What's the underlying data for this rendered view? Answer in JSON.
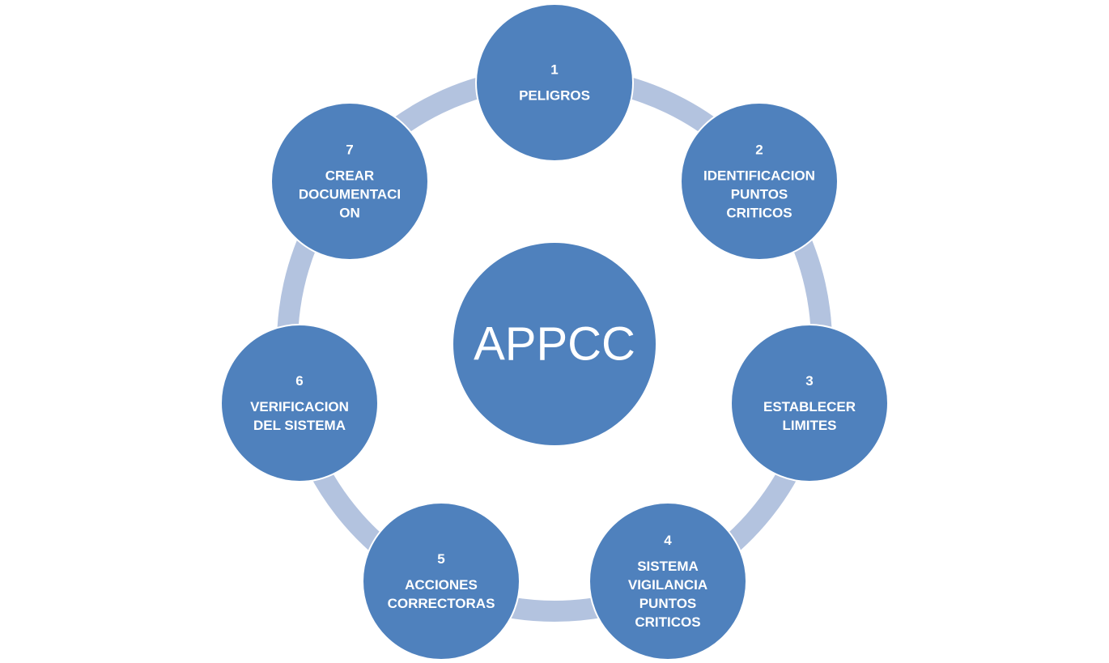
{
  "colors": {
    "node_fill": "#4f81bd",
    "node_stroke": "#ffffff",
    "connector": "#b3c3df",
    "text": "#ffffff"
  },
  "center": {
    "label": "APPCC"
  },
  "steps": [
    {
      "number": "1",
      "lines": [
        "PELIGROS"
      ]
    },
    {
      "number": "2",
      "lines": [
        "IDENTIFICACION",
        "PUNTOS",
        "CRITICOS"
      ]
    },
    {
      "number": "3",
      "lines": [
        "ESTABLECER",
        "LIMITES"
      ]
    },
    {
      "number": "4",
      "lines": [
        "SISTEMA",
        "VIGILANCIA",
        "PUNTOS",
        "CRITICOS"
      ]
    },
    {
      "number": "5",
      "lines": [
        "ACCIONES",
        "CORRECTORAS"
      ]
    },
    {
      "number": "6",
      "lines": [
        "VERIFICACION",
        "DEL SISTEMA"
      ]
    },
    {
      "number": "7",
      "lines": [
        "CREAR",
        "DOCUMENTACI",
        "ON"
      ]
    }
  ]
}
